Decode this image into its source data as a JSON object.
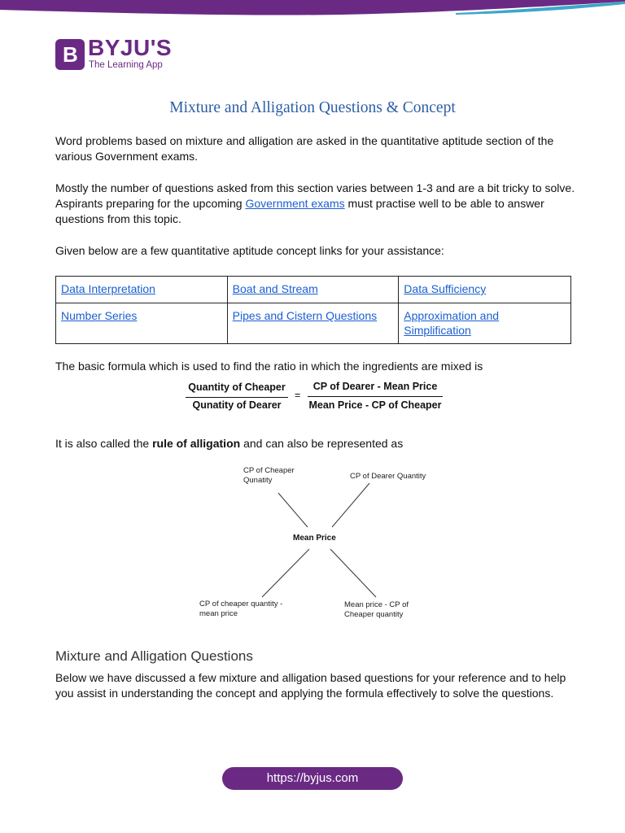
{
  "brand": {
    "name": "BYJU'S",
    "tagline": "The Learning App",
    "accent_color": "#6a2a84"
  },
  "title": "Mixture and Alligation Questions & Concept",
  "intro": {
    "para1": "Word problems based on mixture and alligation are asked in the quantitative aptitude section of the various Government exams.",
    "para2_before": "Mostly the number of questions asked from this section varies between 1-3 and are a bit tricky to solve. Aspirants preparing for the upcoming ",
    "para2_link": "Government exams",
    "para2_after": " must practise well to be able to answer questions from this topic.",
    "para3": "Given below are a few quantitative aptitude concept links for your assistance:"
  },
  "links_table": {
    "rows": [
      [
        "Data Interpretation",
        "Boat and Stream",
        "Data Sufficiency"
      ],
      [
        "Number Series",
        "Pipes and Cistern Questions",
        "Approximation and Simplification"
      ]
    ]
  },
  "formula_intro": "The basic formula which is used to find the ratio in which the ingredients are mixed is",
  "formula": {
    "left_numerator": "Quantity of Cheaper",
    "left_denominator": "Qunatity of Dearer",
    "equals": "=",
    "right_numerator": "CP of Dearer - Mean Price",
    "right_denominator": "Mean Price - CP of Cheaper"
  },
  "rule": {
    "before": "It is also called the ",
    "bold": "rule of alligation",
    "after": " and can also be represented as"
  },
  "diagram": {
    "top_left": "CP of Cheaper\nQunatity",
    "top_right": "CP of Dearer Quantity",
    "center": "Mean Price",
    "bottom_left": "CP of cheaper quantity -\nmean price",
    "bottom_right": "Mean price - CP of\nCheaper quantity"
  },
  "section": {
    "heading": "Mixture and Alligation Questions",
    "body": "Below we have discussed a few mixture and alligation based questions for your reference and to help you assist in understanding the concept and applying the formula effectively to solve the questions."
  },
  "footer": {
    "url": "https://byjus.com"
  }
}
